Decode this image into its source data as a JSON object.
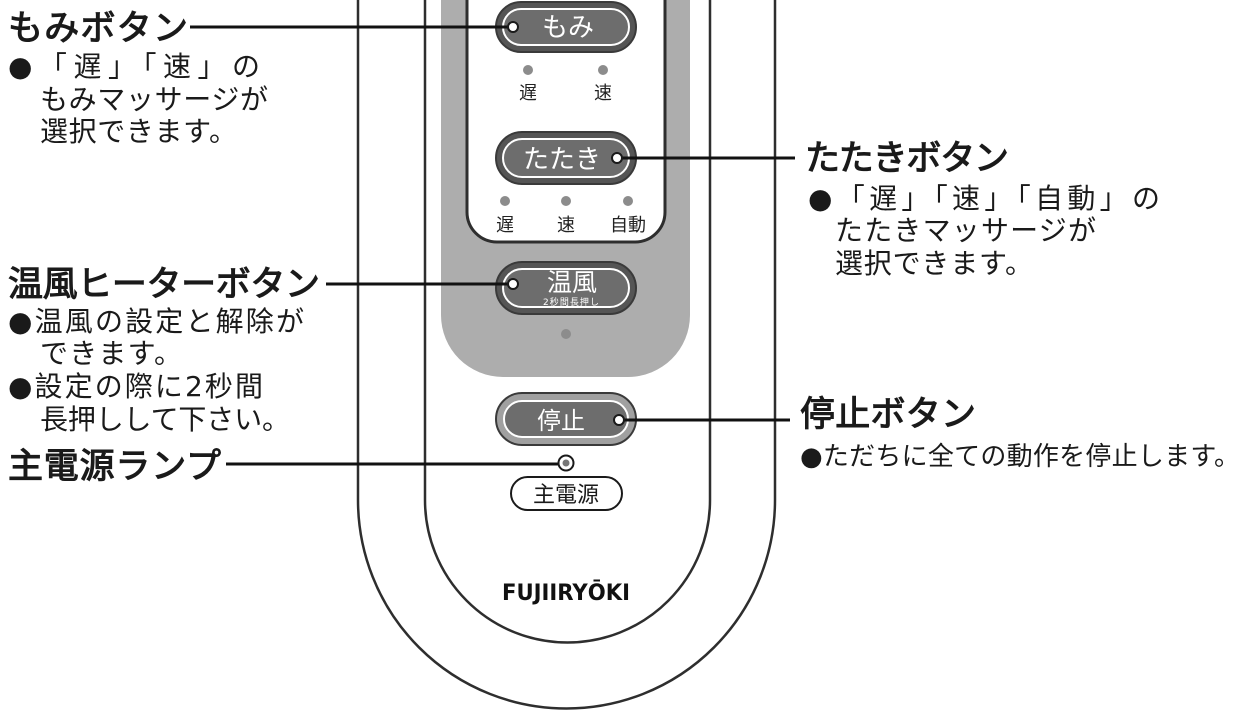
{
  "remote": {
    "massage_buttons": {
      "momi": {
        "label": "もみ",
        "speed_labels": [
          "遅",
          "速"
        ]
      },
      "tataki": {
        "label": "たたき",
        "speed_labels": [
          "遅",
          "速",
          "自動"
        ]
      }
    },
    "heater_button": {
      "label": "温風",
      "sublabel": "2秒間長押し"
    },
    "stop_button": {
      "label": "停止"
    },
    "power_lamp": {
      "label": "主電源"
    },
    "brand_logo": "FUJIIRYŌKI"
  },
  "callouts": {
    "momi": {
      "title": "もみボタン",
      "lines": [
        "●「遅」「速」の",
        "もみマッサージが",
        "選択できます。"
      ]
    },
    "heater": {
      "title": "温風ヒーターボタン",
      "lines": [
        "●温風の設定と解除が",
        "できます。",
        "●設定の際に2秒間",
        "長押しして下さい。"
      ]
    },
    "power_lamp": {
      "title": "主電源ランプ"
    },
    "tataki": {
      "title": "たたきボタン",
      "lines": [
        "●「遅」「速」「自動」の",
        "たたきマッサージが",
        "選択できます。"
      ]
    },
    "stop": {
      "title": "停止ボタン",
      "lines": [
        "●ただちに全ての動作を停止します。"
      ]
    }
  },
  "icons": {
    "indicator": "led-dot",
    "power_lamp": "lamp-circle",
    "callout_marker": "leader-dot"
  },
  "colors": {
    "panel_gray": "#adadad",
    "button_rim": "#555555",
    "button_face": "#6d6d6d",
    "stop_rim": "#a0a0a0",
    "indicator": "#8c8c8c",
    "lamp_core": "#777777",
    "outline": "#2e2e2e"
  }
}
